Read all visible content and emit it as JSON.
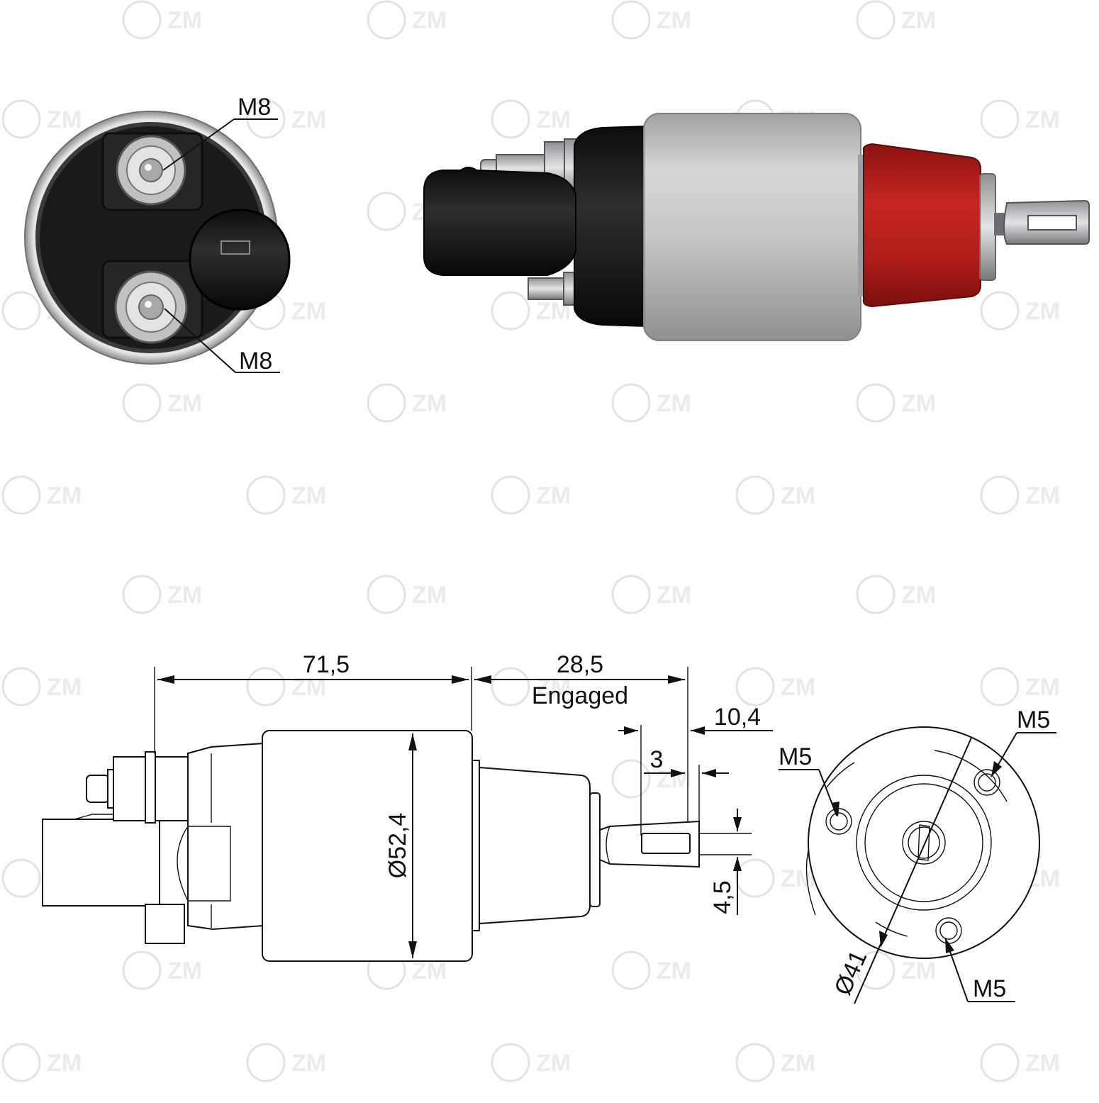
{
  "watermark": {
    "text": "ZM"
  },
  "photo_front": {
    "labels": {
      "terminal_top": "M8",
      "terminal_bottom": "M8"
    }
  },
  "drawing_side": {
    "dimensions": {
      "length_body": "71,5",
      "stroke": "28,5",
      "stroke_note": "Engaged",
      "plunger_offset": "10,4",
      "slot_offset": "3",
      "slot_width": "4,5",
      "body_diameter": "Ø52,4"
    }
  },
  "drawing_end": {
    "labels": {
      "hole_left": "M5",
      "hole_top_right": "M5",
      "hole_bottom": "M5",
      "diameter": "Ø41"
    }
  },
  "colors": {
    "housing_silver": "#b9bbbd",
    "boot_red": "#b51f1c",
    "cap_black": "#1b1b1b",
    "terminal_steel": "#c9cbce",
    "line": "#111111"
  }
}
